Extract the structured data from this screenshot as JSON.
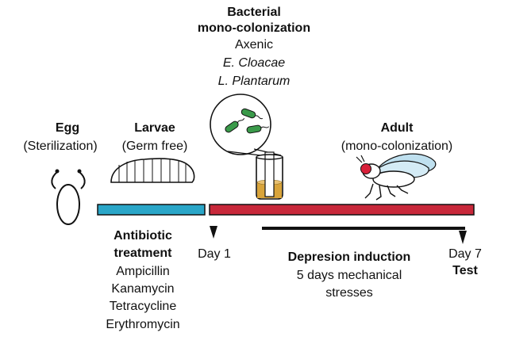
{
  "colonization": {
    "title_line1": "Bacterial",
    "title_line2": "mono-colonization",
    "options": [
      "Axenic",
      "E. Cloacae",
      "L. Plantarum"
    ]
  },
  "stages": {
    "egg": {
      "title": "Egg",
      "note": "(Sterilization)"
    },
    "larvae": {
      "title": "Larvae",
      "note": "(Germ free)"
    },
    "adult": {
      "title": "Adult",
      "note": "(mono-colonization)"
    }
  },
  "antibiotic": {
    "title_line1": "Antibiotic",
    "title_line2": "treatment",
    "drugs": [
      "Ampicillin",
      "Kanamycin",
      "Tetracycline",
      "Erythromycin"
    ]
  },
  "day1": "Day 1",
  "day7": "Day 7",
  "test": "Test",
  "depression": {
    "title": "Depresion induction",
    "line2": "5 days mechanical",
    "line3": "stresses"
  },
  "colors": {
    "blue_bar": "#2aa6c8",
    "red_bar": "#c8283a",
    "medium": "#d9a43a",
    "bacteria": "#3a9a4a",
    "fly_eye": "#d8203a",
    "fly_wing": "#bfe0ef"
  }
}
